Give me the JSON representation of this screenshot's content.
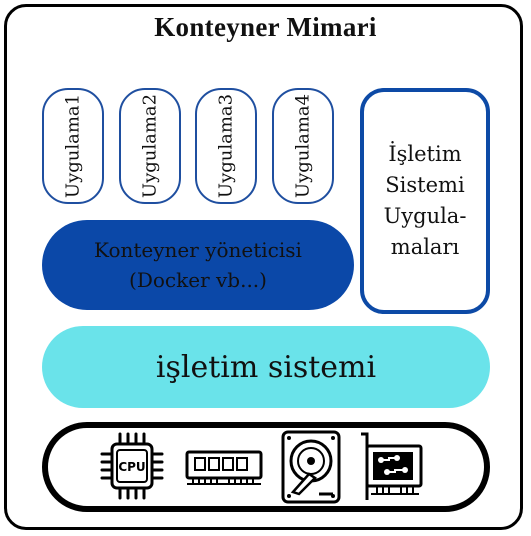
{
  "title": "Konteyner Mimari",
  "apps": [
    "Uygulama1",
    "Uygulama2",
    "Uygulama3",
    "Uygulama4"
  ],
  "os_apps": [
    "İşletim",
    "Sistemi",
    "Uygula-",
    "maları"
  ],
  "container_manager": [
    "Konteyner yöneticisi",
    "(Docker vb...)"
  ],
  "operating_system": "işletim sistemi",
  "hardware": {
    "cpu_label": "CPU",
    "icons": [
      "cpu-icon",
      "ram-icon",
      "hard-disk-icon",
      "network-card-icon"
    ]
  },
  "colors": {
    "app_border": "#1f4fa0",
    "manager_fill": "#0b48a8",
    "os_fill": "#6ae3ea",
    "os_apps_border": "#0d4aa6"
  }
}
